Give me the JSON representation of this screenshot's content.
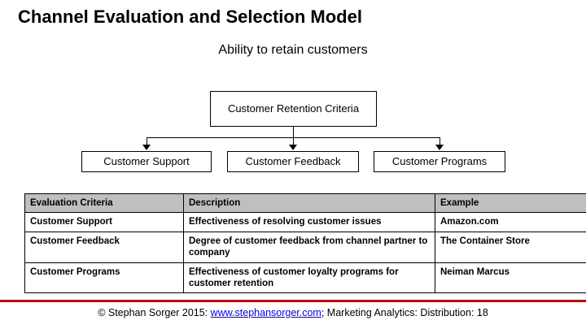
{
  "slide": {
    "title": "Channel Evaluation and Selection Model",
    "subtitle": "Ability to retain customers"
  },
  "org_chart": {
    "root": "Customer Retention Criteria",
    "children": [
      "Customer Support",
      "Customer Feedback",
      "Customer Programs"
    ]
  },
  "table": {
    "headers": [
      "Evaluation Criteria",
      "Description",
      "Example"
    ],
    "rows": [
      {
        "criteria": "Customer Support",
        "description": "Effectiveness of resolving customer issues",
        "example": "Amazon.com"
      },
      {
        "criteria": "Customer Feedback",
        "description": "Degree of customer feedback from channel partner to company",
        "example": "The Container Store"
      },
      {
        "criteria": "Customer Programs",
        "description": "Effectiveness of customer loyalty programs for customer retention",
        "example": "Neiman Marcus"
      }
    ]
  },
  "footer": {
    "prefix": "© Stephan Sorger 2015: ",
    "link": "www.stephansorger.com",
    "suffix": "; Marketing Analytics: Distribution: 18"
  },
  "colors": {
    "accent_rule": "#c00000",
    "table_header_bg": "#bfbfbf",
    "link": "#0000ee"
  }
}
